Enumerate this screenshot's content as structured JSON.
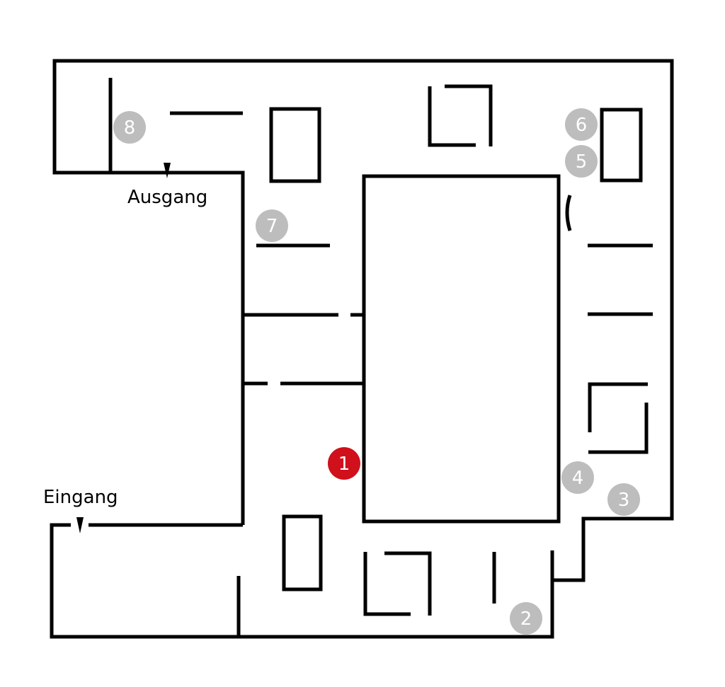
{
  "labels": {
    "exit": "Ausgang",
    "entrance": "Eingang"
  },
  "markers": [
    {
      "id": "1",
      "label": "1",
      "active": true
    },
    {
      "id": "2",
      "label": "2",
      "active": false
    },
    {
      "id": "3",
      "label": "3",
      "active": false
    },
    {
      "id": "4",
      "label": "4",
      "active": false
    },
    {
      "id": "5",
      "label": "5",
      "active": false
    },
    {
      "id": "6",
      "label": "6",
      "active": false
    },
    {
      "id": "7",
      "label": "7",
      "active": false
    },
    {
      "id": "8",
      "label": "8",
      "active": false
    }
  ],
  "colors": {
    "active_marker": "#d0101b",
    "inactive_marker": "#bdbdbd",
    "wall": "#000000"
  }
}
